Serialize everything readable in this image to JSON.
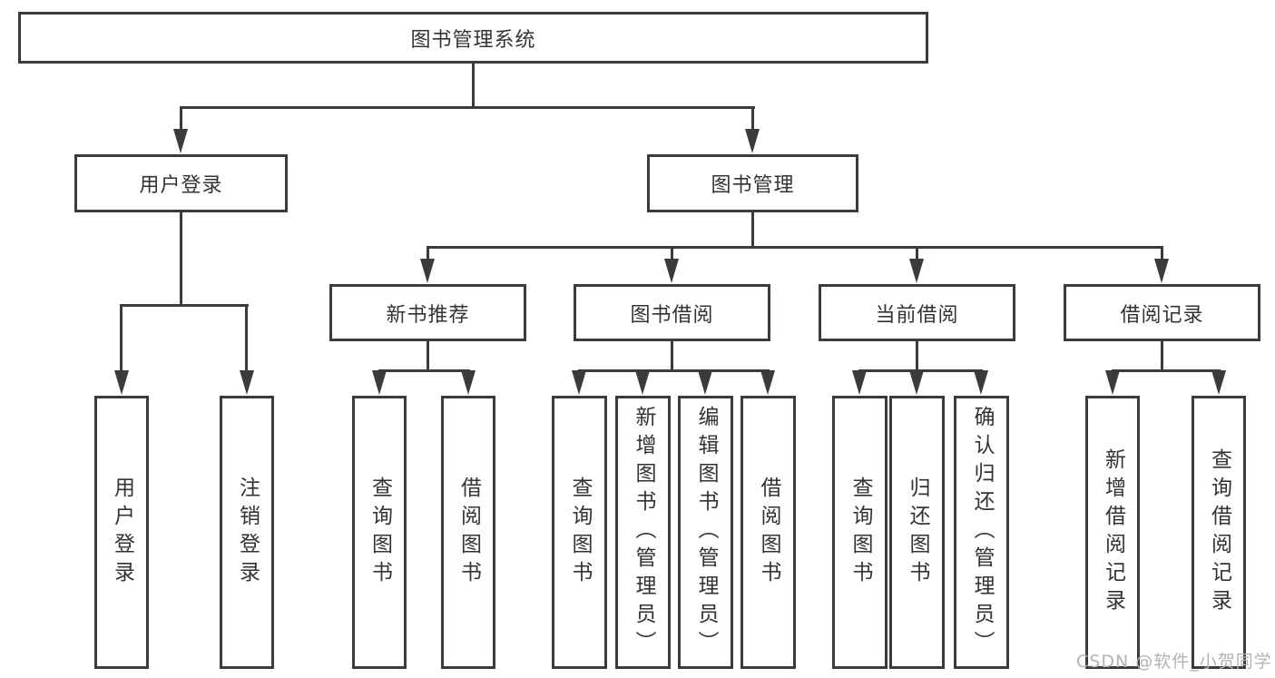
{
  "colors": {
    "line": "#3b3b3b",
    "box_border": "#3b3b3b",
    "box_background": "#ffffff",
    "text": "#333333",
    "watermark_text": "#b3b3b3"
  },
  "diagram": {
    "root": {
      "label": "图书管理系统"
    },
    "level1": [
      {
        "label": "用户登录"
      },
      {
        "label": "图书管理"
      }
    ],
    "level2": [
      {
        "label": "新书推荐"
      },
      {
        "label": "图书借阅"
      },
      {
        "label": "当前借阅"
      },
      {
        "label": "借阅记录"
      }
    ],
    "leaves": {
      "user_login": [
        {
          "label": "用户登录"
        },
        {
          "label": "注销登录"
        }
      ],
      "new_book_recommend": [
        {
          "label": "查询图书"
        },
        {
          "label": "借阅图书"
        }
      ],
      "book_borrowing": [
        {
          "label": "查询图书"
        },
        {
          "label": "新增图书（管理员）"
        },
        {
          "label": "编辑图书（管理员）"
        },
        {
          "label": "借阅图书"
        }
      ],
      "current_borrowing": [
        {
          "label": "查询图书"
        },
        {
          "label": "归还图书"
        },
        {
          "label": "确认归还（管理员）"
        }
      ],
      "borrowing_records": [
        {
          "label": "新增借阅记录"
        },
        {
          "label": "查询借阅记录"
        }
      ]
    }
  },
  "watermark": {
    "text": "CSDN @软件_小贺同学"
  }
}
